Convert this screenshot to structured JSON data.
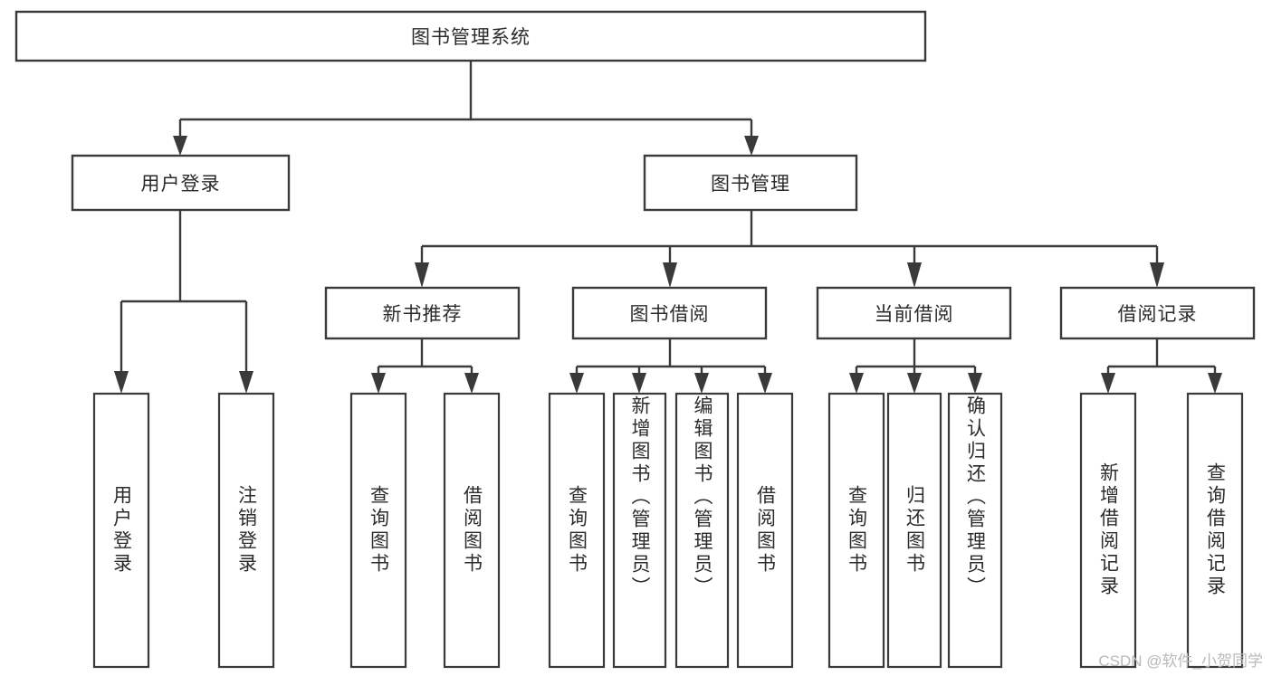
{
  "diagram": {
    "type": "tree",
    "orientation": "top-down",
    "root": {
      "id": "root",
      "label": "图书管理系统",
      "text_orientation": "horizontal"
    },
    "level2": [
      {
        "id": "user-login",
        "label": "用户登录",
        "text_orientation": "horizontal"
      },
      {
        "id": "book-manage",
        "label": "图书管理",
        "text_orientation": "horizontal"
      }
    ],
    "level3": [
      {
        "id": "new-book-rec",
        "label": "新书推荐",
        "text_orientation": "horizontal",
        "parent": "book-manage"
      },
      {
        "id": "book-borrow",
        "label": "图书借阅",
        "text_orientation": "horizontal",
        "parent": "book-manage"
      },
      {
        "id": "current-borrow",
        "label": "当前借阅",
        "text_orientation": "horizontal",
        "parent": "book-manage"
      },
      {
        "id": "borrow-record",
        "label": "借阅记录",
        "text_orientation": "horizontal",
        "parent": "book-manage"
      }
    ],
    "leaves": [
      {
        "id": "leaf-user-login",
        "label": "用户登录",
        "parent": "user-login",
        "text_orientation": "vertical"
      },
      {
        "id": "leaf-logout",
        "label": "注销登录",
        "parent": "user-login",
        "text_orientation": "vertical"
      },
      {
        "id": "leaf-query-book-1",
        "label": "查询图书",
        "parent": "new-book-rec",
        "text_orientation": "vertical"
      },
      {
        "id": "leaf-borrow-book-1",
        "label": "借阅图书",
        "parent": "new-book-rec",
        "text_orientation": "vertical"
      },
      {
        "id": "leaf-query-book-2",
        "label": "查询图书",
        "parent": "book-borrow",
        "text_orientation": "vertical"
      },
      {
        "id": "leaf-add-book",
        "label": "新增图书（管理员）",
        "parent": "book-borrow",
        "text_orientation": "vertical"
      },
      {
        "id": "leaf-edit-book",
        "label": "编辑图书（管理员）",
        "parent": "book-borrow",
        "text_orientation": "vertical"
      },
      {
        "id": "leaf-borrow-book-2",
        "label": "借阅图书",
        "parent": "book-borrow",
        "text_orientation": "vertical"
      },
      {
        "id": "leaf-query-book-3",
        "label": "查询图书",
        "parent": "current-borrow",
        "text_orientation": "vertical"
      },
      {
        "id": "leaf-return-book",
        "label": "归还图书",
        "parent": "current-borrow",
        "text_orientation": "vertical"
      },
      {
        "id": "leaf-confirm-return",
        "label": "确认归还（管理员）",
        "parent": "current-borrow",
        "text_orientation": "vertical"
      },
      {
        "id": "leaf-add-record",
        "label": "新增借阅记录",
        "parent": "borrow-record",
        "text_orientation": "vertical"
      },
      {
        "id": "leaf-query-record",
        "label": "查询借阅记录",
        "parent": "borrow-record",
        "text_orientation": "vertical"
      }
    ],
    "colors": {
      "box_stroke": "#3a3a3a",
      "box_fill": "#ffffff",
      "text": "#2b2b2b",
      "connector": "#3a3a3a",
      "background": "#ffffff",
      "watermark": "#b9b9b9"
    }
  },
  "watermark": {
    "text": "CSDN @软件_小贺同学"
  }
}
